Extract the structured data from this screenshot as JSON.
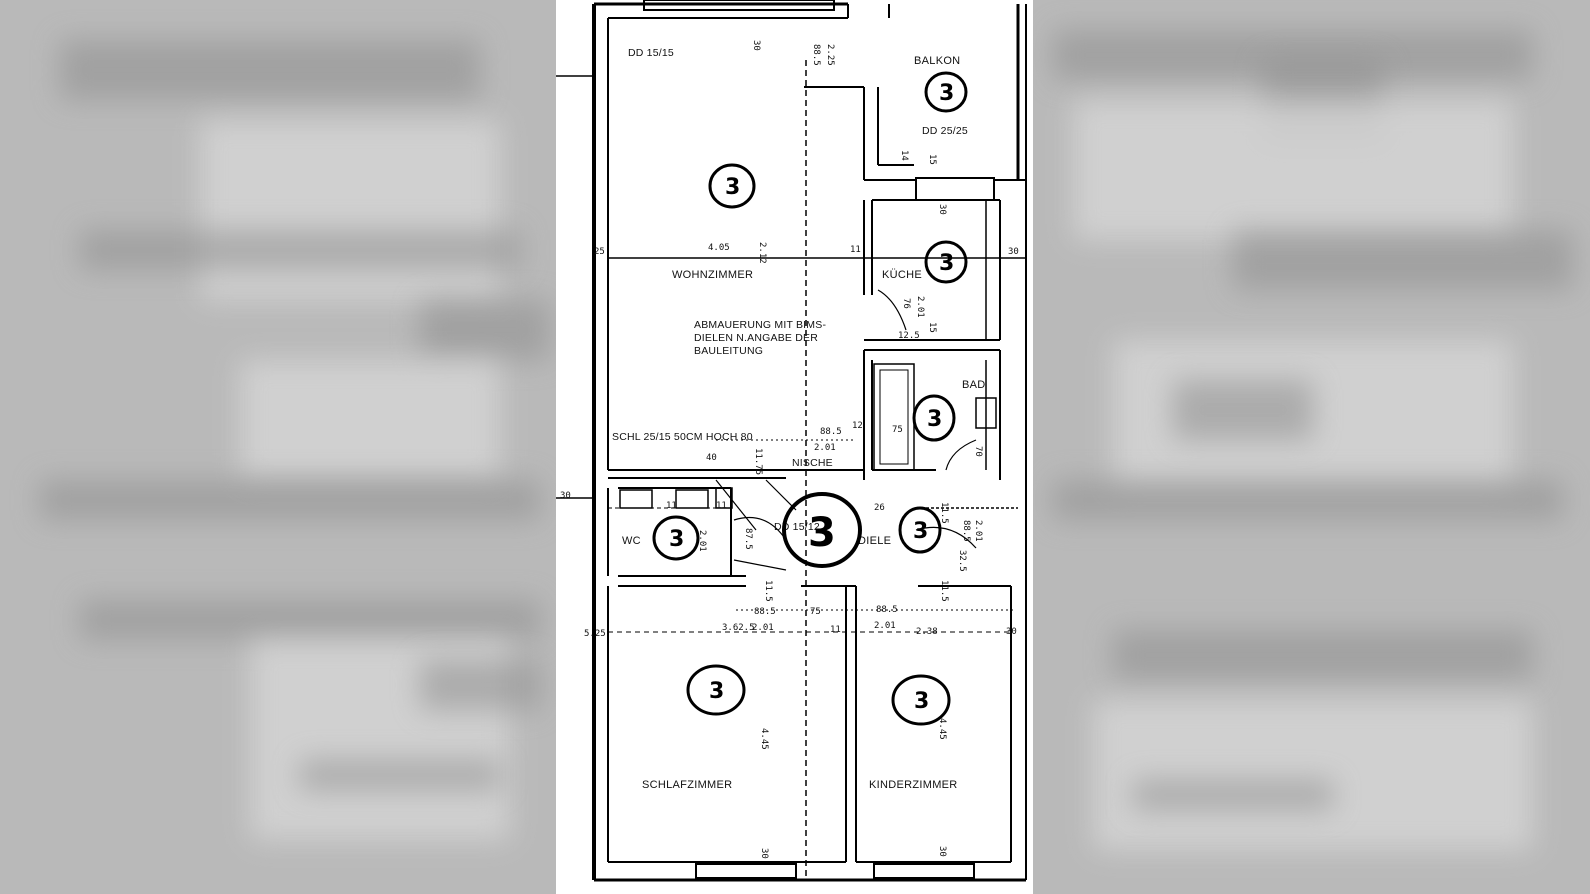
{
  "rooms": {
    "balkon": "BALKON",
    "wohnzimmer": "WOHNZIMMER",
    "kueche": "KÜCHE",
    "bad": "BAD",
    "wc": "WC",
    "diele": "DIELE",
    "schlafzimmer": "SCHLAFZIMMER",
    "kinderzimmer": "KINDERZIMMER",
    "nische": "NISCHE"
  },
  "notes": {
    "dd_wohn": "DD 15/15",
    "dd_balkon": "DD 25/25",
    "dd_diele": "DD 15/12",
    "abmauerung_1": "ABMAUERUNG MIT BIMS-",
    "abmauerung_2": "DIELEN N.ANGABE DER",
    "abmauerung_3": "BAULEITUNG",
    "schl": "SCHL 25/15 50CM HOCH 80"
  },
  "dimensions": {
    "d_30_top": "30",
    "d_885_top": "88.5",
    "d_225": "2.25",
    "d_405": "4.05",
    "d_212": "2.12",
    "d_11_wohn": "11",
    "d_25_left": "25",
    "d_30_right": "30",
    "d_30_kueche": "30",
    "d_15_balkon": "15",
    "d_14": "14",
    "d_76": "76",
    "d_201_kueche": "2.01",
    "d_125": "12.5",
    "d_15_kueche": "15",
    "d_885_mid": "88.5",
    "d_201_mid": "2.01",
    "d_40": "40",
    "d_1175": "11.75",
    "d_12": "12",
    "d_75_bad": "75",
    "d_70": "70",
    "d_30_left": "30",
    "d_11_wc": "11",
    "d_11_wc2": "11",
    "d_875": "87.5",
    "d_201_wc": "2.01",
    "d_26": "26",
    "d_115": "11.5",
    "d_885_diele": "88.5",
    "d_201_diele": "2.01",
    "d_325": "32.5",
    "d_525": "5.25",
    "d_885_b1": "88.5",
    "d_75_b": "75",
    "d_885_b2": "88.5",
    "d_3625": "3.62.5",
    "d_201_b1": "2.01",
    "d_11_b": "11",
    "d_201_b2": "2.01",
    "d_238": "2.38",
    "d_30_b": "30",
    "d_445_l": "4.45",
    "d_445_r": "4.45",
    "d_30_bot1": "30",
    "d_30_bot2": "30",
    "d_115_b1": "11.5",
    "d_115_b2": "11.5"
  },
  "markers": {
    "balkon": "3",
    "wohnzimmer": "3",
    "kueche": "3",
    "bad": "3",
    "wc": "3",
    "diele_big": "3",
    "diele": "3",
    "schlafzimmer": "3",
    "kinderzimmer": "3"
  }
}
